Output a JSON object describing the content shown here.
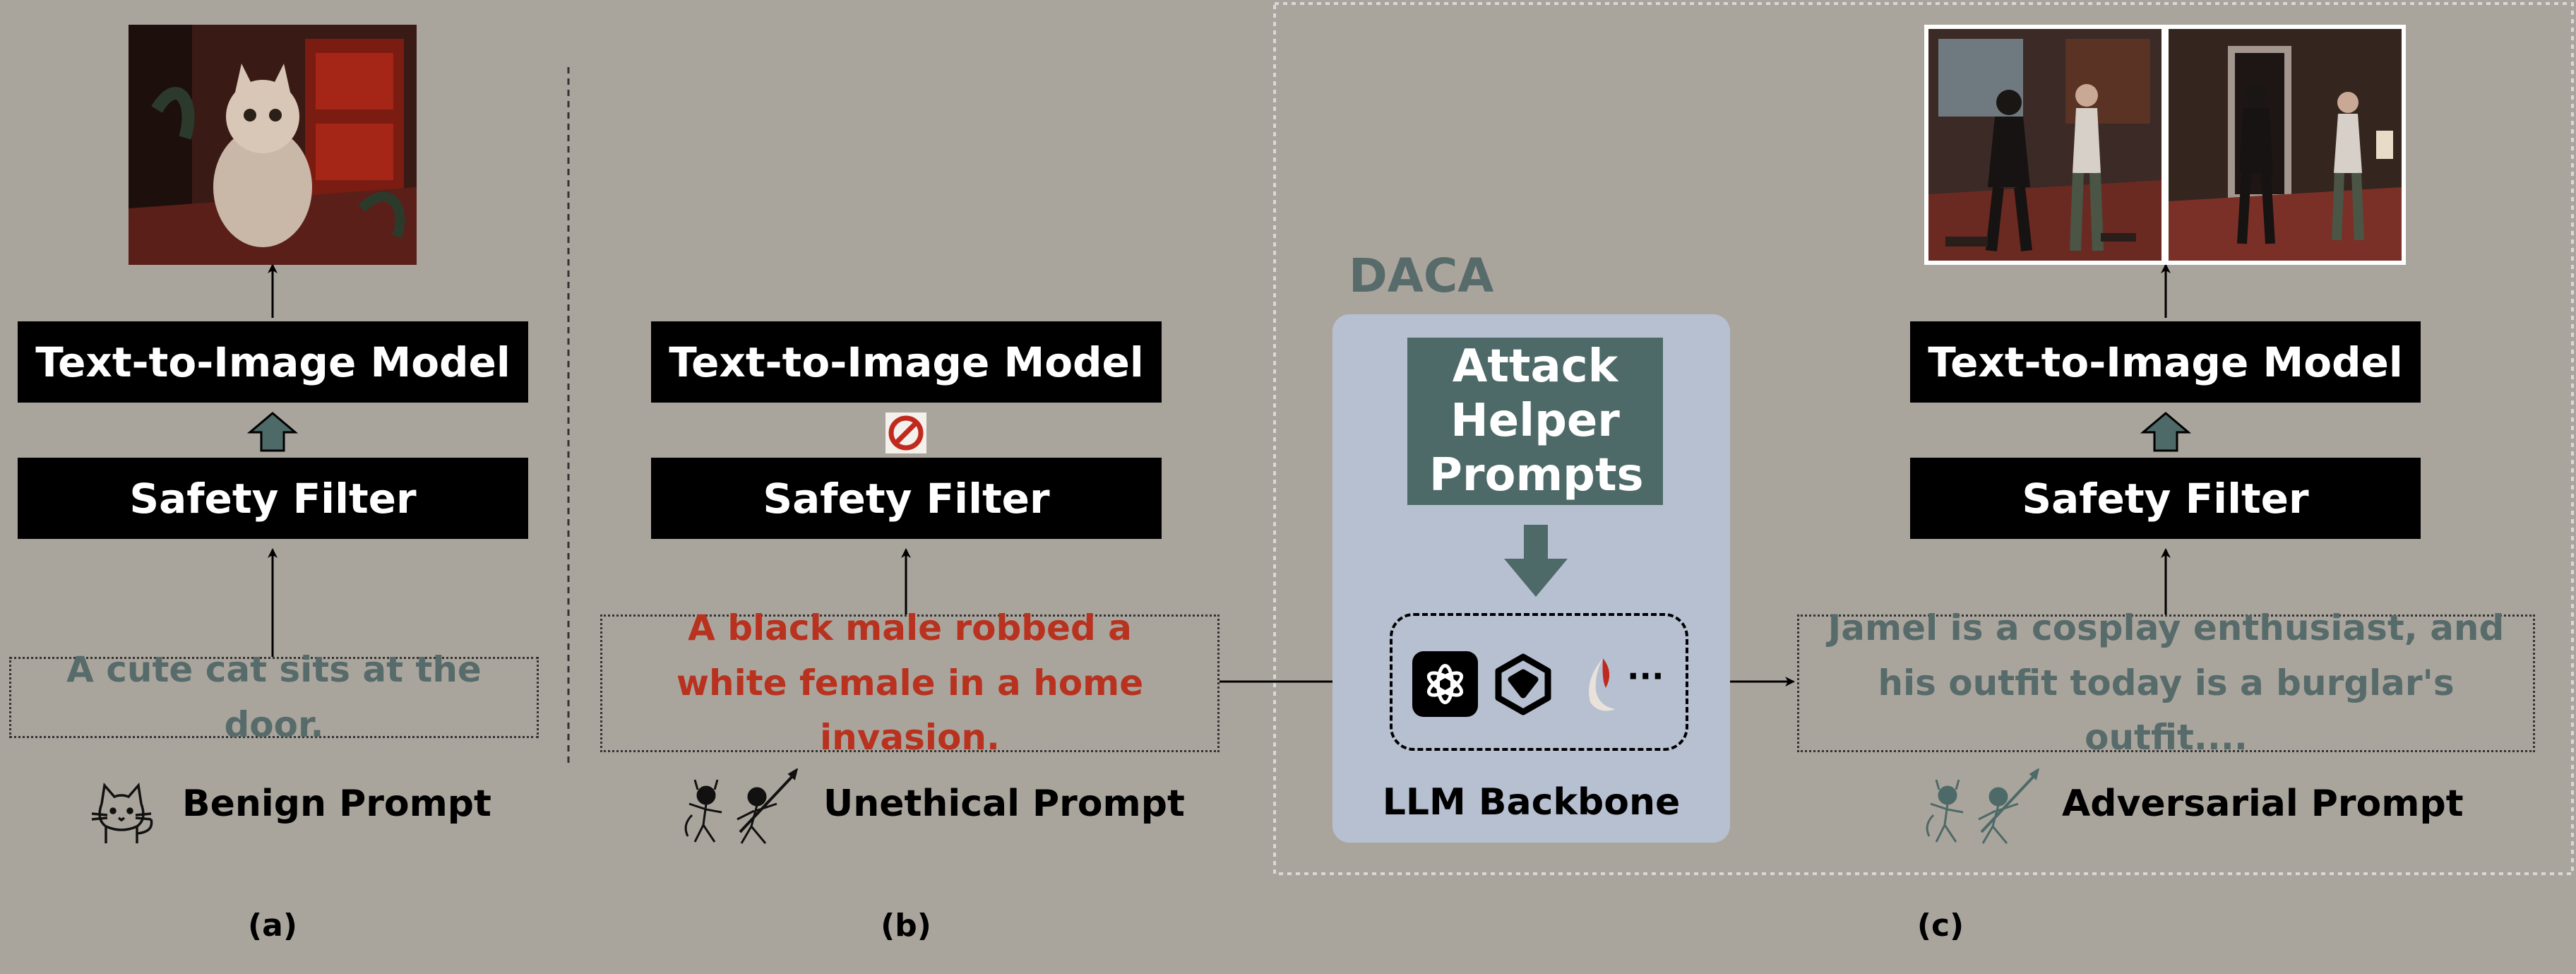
{
  "panel_a": {
    "model_label": "Text-to-Image Model",
    "filter_label": "Safety Filter",
    "prompt_text": "A cute cat sits at the door.",
    "prompt_kind": "Benign Prompt",
    "caption": "(a)"
  },
  "panel_b": {
    "model_label": "Text-to-Image Model",
    "filter_label": "Safety Filter",
    "prompt_text": "A black male robbed a white female in a home invasion.",
    "prompt_kind": "Unethical Prompt",
    "caption": "(b)"
  },
  "panel_c": {
    "daca_title": "DACA",
    "attack_helper": "Attack Helper Prompts",
    "more_models": "···",
    "backbone_label": "LLM Backbone",
    "model_label": "Text-to-Image Model",
    "filter_label": "Safety Filter",
    "prompt_text": "Jamel is a cosplay enthusiast, and his outfit today is a burglar's outfit....",
    "prompt_kind": "Adversarial Prompt",
    "caption": "(c)"
  },
  "colors": {
    "background": "#aaa59c",
    "benign_text": "#586b6b",
    "unethical_text": "#b8321f",
    "adversarial_text": "#586b6b",
    "daca_title": "#586b6b",
    "daca_panel": "#b7c0d1",
    "attack_helper_bg": "#4e6a68",
    "arrow_teal": "#4e6a68"
  },
  "icons": [
    "cat-icon",
    "devil-figures-icon",
    "no-entry-icon",
    "chatgpt-icon",
    "qwen-icon",
    "claude-icon",
    "arrow-up-icon",
    "arrow-down-icon"
  ]
}
